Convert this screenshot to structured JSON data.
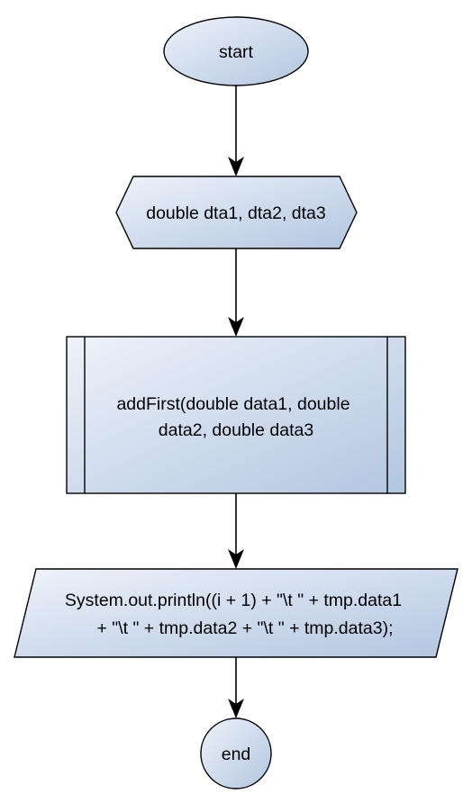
{
  "flowchart": {
    "fill_gradient": {
      "from": "#eef2fa",
      "to": "#b2c6e0"
    },
    "nodes": {
      "start": {
        "shape": "ellipse",
        "label": "start"
      },
      "declare": {
        "shape": "hexagon",
        "label": "double dta1, dta2, dta3"
      },
      "call": {
        "shape": "predefined-process",
        "lines": [
          "addFirst(double data1, double",
          "data2, double data3"
        ]
      },
      "output": {
        "shape": "parallelogram",
        "lines": [
          "System.out.println((i + 1) + \"\\t \" + tmp.data1",
          "+ \"\\t \" + tmp.data2 + \"\\t \" + tmp.data3);"
        ]
      },
      "end": {
        "shape": "circle",
        "label": "end"
      }
    },
    "edges": [
      {
        "from": "start",
        "to": "declare"
      },
      {
        "from": "declare",
        "to": "call"
      },
      {
        "from": "call",
        "to": "output"
      },
      {
        "from": "output",
        "to": "end"
      }
    ]
  }
}
